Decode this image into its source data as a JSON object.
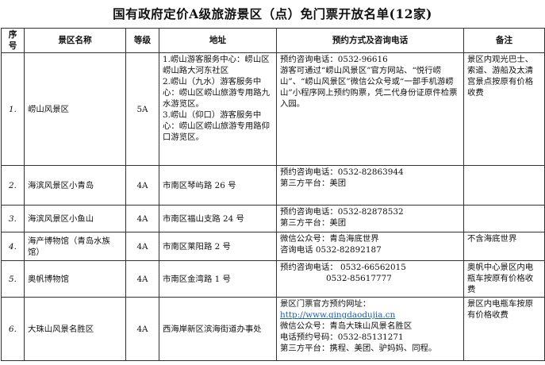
{
  "title": "国有政府定价A级旅游景区（点）免门票开放名单(12家)",
  "headers": {
    "no": "序号",
    "name": "景区名称",
    "grade": "等级",
    "address": "地址",
    "booking": "预约方式及咨询电话",
    "remarks": "备注"
  },
  "rows": [
    {
      "no": "1.",
      "name": "崂山风景区",
      "grade": "5A",
      "address": [
        "1.崂山游客服务中心：崂山区崂山路大河东社区",
        "2.崂山（九水）游客服务中心：崂山区崂山旅游专用路九水游览区。",
        "3.崂山（仰口）游客服务中心：崂山区崂山旅游专用路仰口游览区。"
      ],
      "booking": [
        "预约咨询电话：0532-96616",
        "游客可通过“崂山风景区”官方网站、“悦行崂山”、“崂山风景区”微信公众号或“一部手机游崂山”小程序网上预约购票，凭二代身份证原件检票入园。"
      ],
      "remarks": "景区内观光巴士、索道、游船及太清宫景点按原有价格收费"
    },
    {
      "no": "2.",
      "name": "海滨风景区小青岛",
      "grade": "4A",
      "address": [
        "市南区琴屿路 26 号"
      ],
      "booking": [
        "预约咨询电话：0532-82863944",
        "第三方平台：美团"
      ],
      "remarks": ""
    },
    {
      "no": "3.",
      "name": "海滨风景区小鱼山",
      "grade": "4A",
      "address": [
        "市南区福山支路 24 号"
      ],
      "booking": [
        "预约咨询电话：0532-82878532",
        "第三方平台：美团"
      ],
      "remarks": ""
    },
    {
      "no": "4.",
      "name": "海产博物馆（青岛水族馆）",
      "grade": "4A",
      "address": [
        "市南区莱阳路 2 号"
      ],
      "booking": [
        "微信公众号：青岛海底世界",
        "咨询电话 0532-82892187"
      ],
      "remarks": "不含海底世界"
    },
    {
      "no": "5.",
      "name": "奥帆博物馆",
      "grade": "4A",
      "address": [
        "市南区金湾路 1 号"
      ],
      "booking": [
        "预约咨询电话：  0532-66562015",
        "0532-85617777"
      ],
      "remarks": "奥帆中心景区内电瓶车按原有价格收费"
    },
    {
      "no": "6.",
      "name": "大珠山风景名胜区",
      "grade": "4A",
      "address": [
        "西海岸新区滨海街道办事处"
      ],
      "booking": [
        "景区门票官方预约网址：",
        "http://www.qingdaodujia.cn",
        "微信公众号：青岛大珠山风景名胜区",
        "电话预约号码：0532-85131271",
        "第三方平台：携程、美团、驴妈妈、同程。"
      ],
      "remarks": "景区内电瓶车按原有价格收费"
    }
  ]
}
